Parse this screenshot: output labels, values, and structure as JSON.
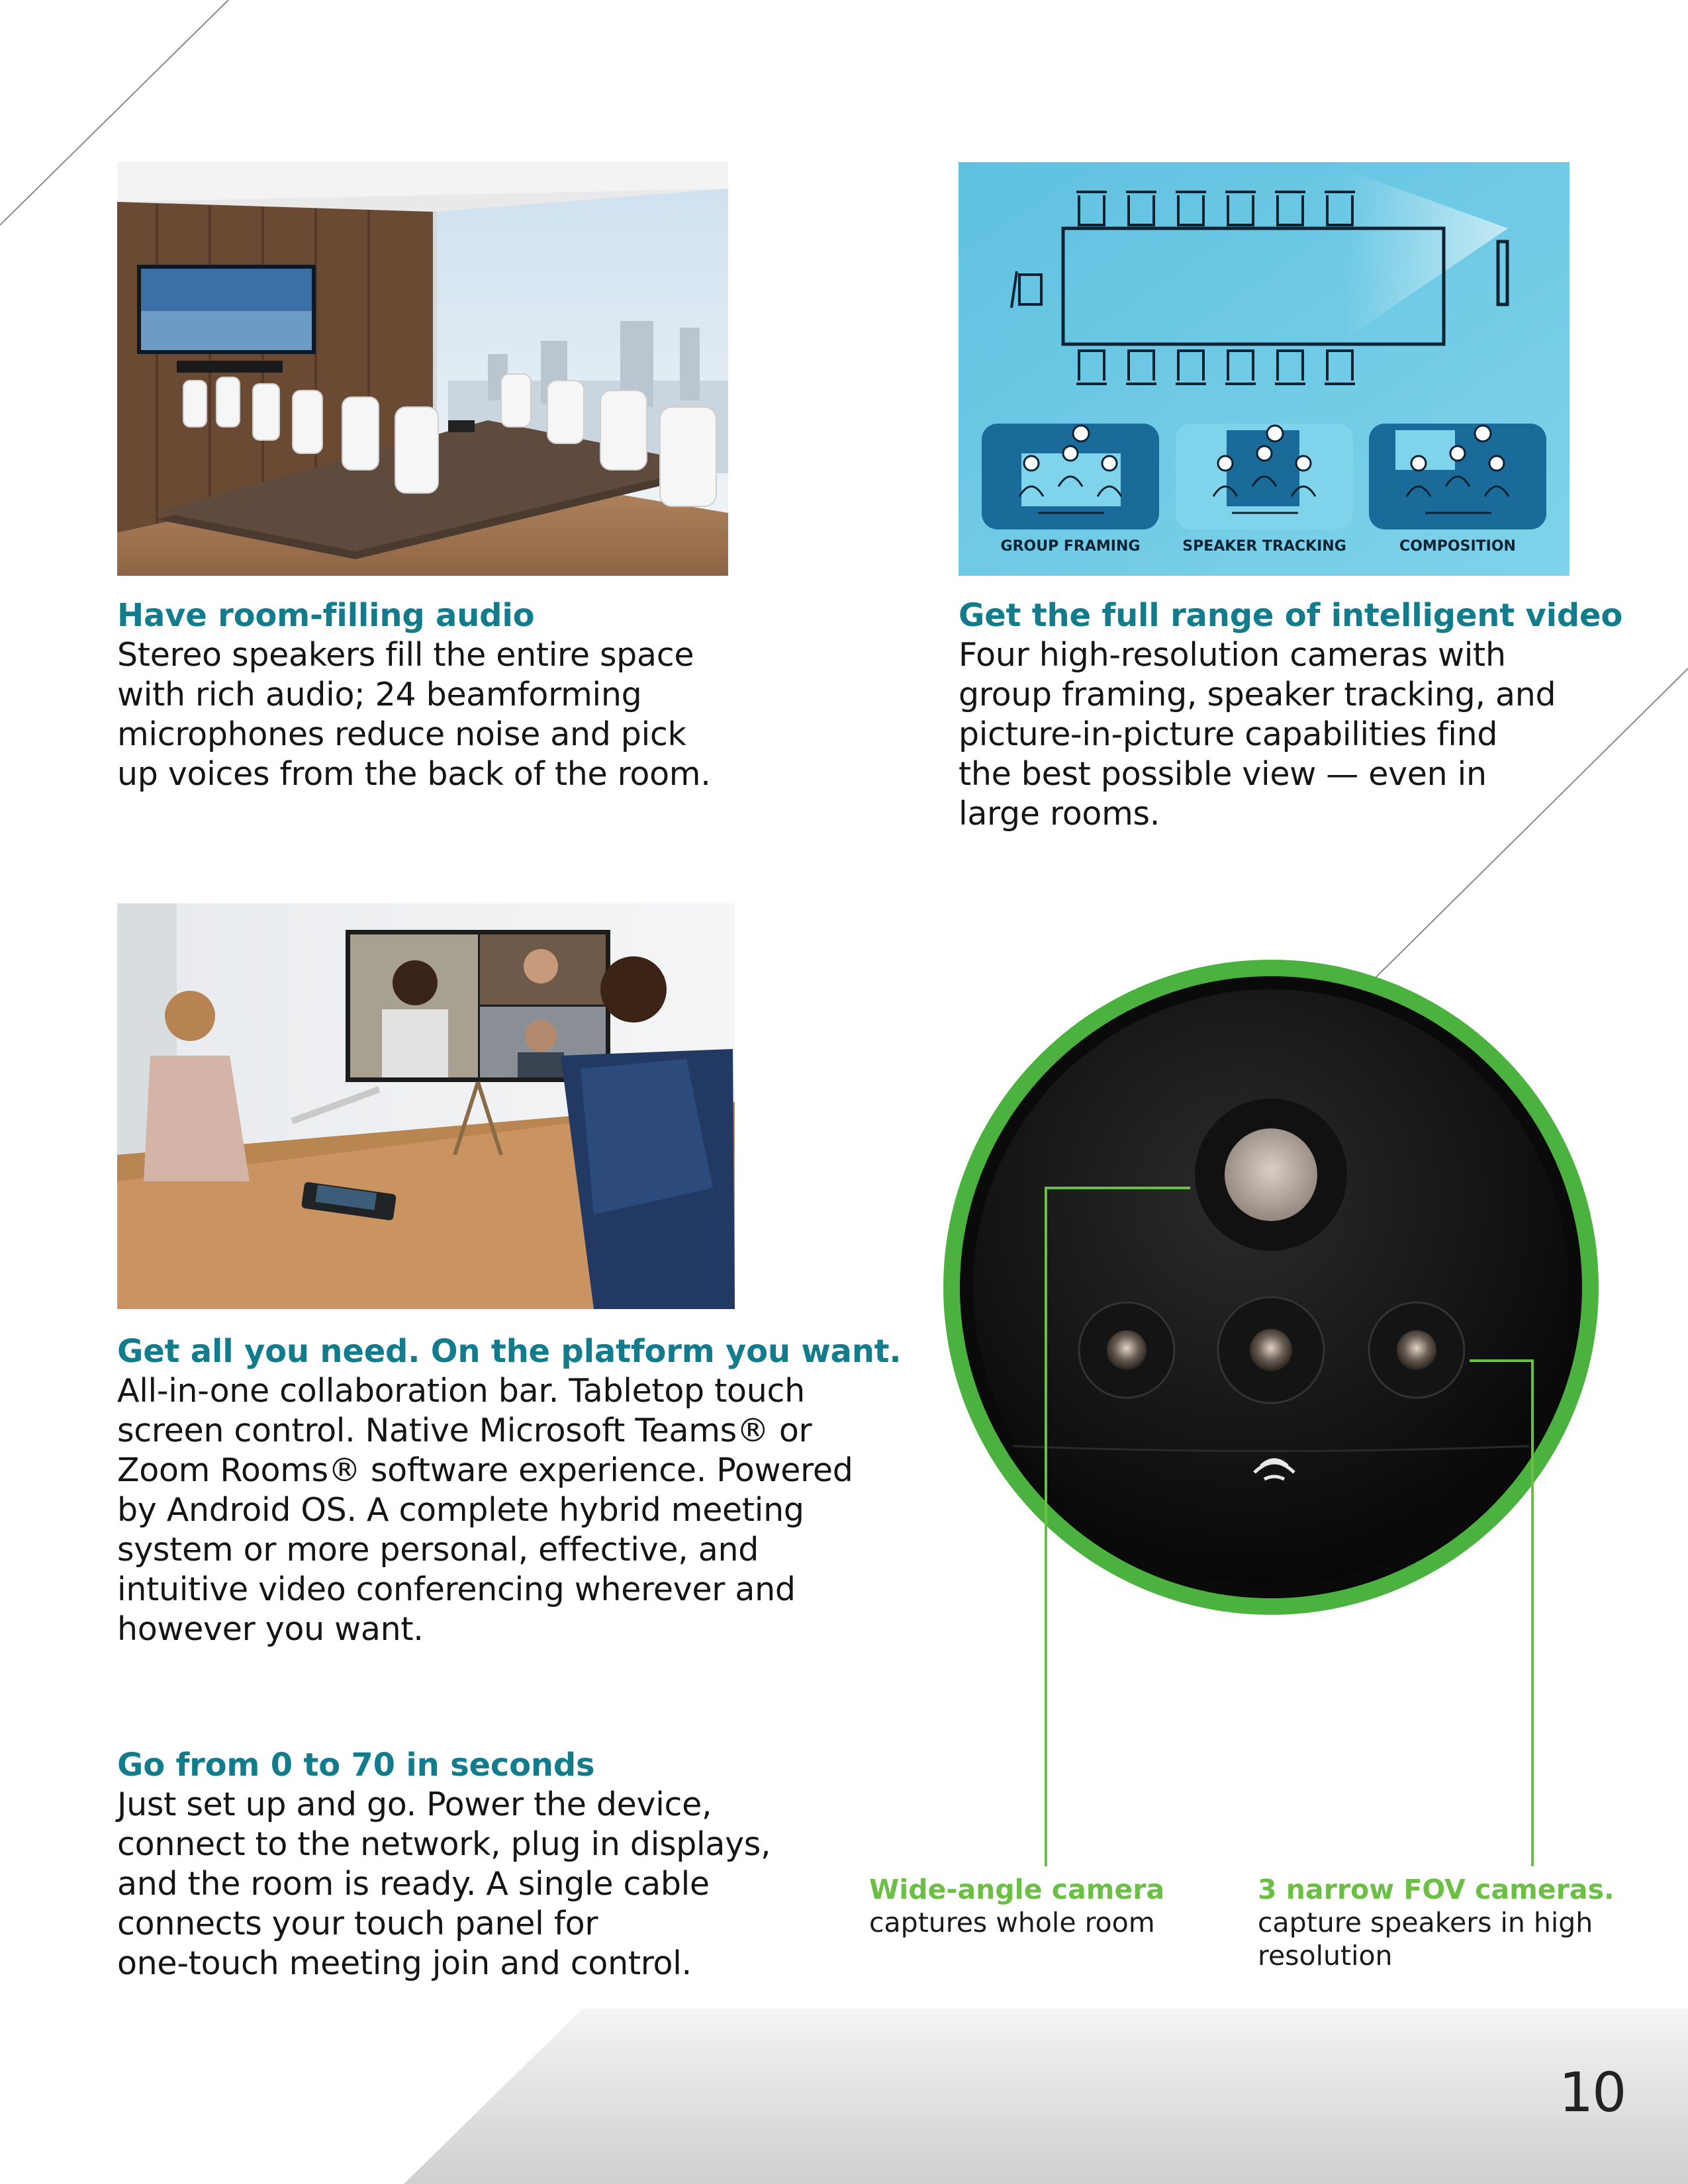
{
  "sections": [
    {
      "heading": "Have room-filling audio",
      "lines": [
        "Stereo speakers fill the entire space",
        "with rich audio; 24 beamforming",
        "microphones reduce noise and pick",
        "up voices from the back of the room."
      ]
    },
    {
      "heading": "Get the full range of intelligent video",
      "lines": [
        "Four high-resolution cameras with",
        "group framing, speaker tracking, and",
        "picture-in-picture capabilities find",
        "the best possible view — even in",
        "large rooms."
      ]
    },
    {
      "heading": "Get all you need. On the platform you want.",
      "lines": [
        "All-in-one collaboration bar. Tabletop touch",
        "screen control. Native Microsoft Teams® or",
        "Zoom Rooms® software experience. Powered",
        "by Android OS. A complete hybrid meeting",
        "system or more personal, effective, and",
        "intuitive video conferencing wherever and",
        "however you want."
      ]
    },
    {
      "heading": "Go from 0 to 70 in seconds",
      "lines": [
        "Just set up and go. Power the device,",
        "connect to the network, plug in displays,",
        "and the room is ready. A single cable",
        "connects your touch panel for",
        "one-touch meeting join and control."
      ]
    }
  ],
  "diagram": {
    "modes": [
      "GROUP FRAMING",
      "SPEAKER TRACKING",
      "COMPOSITION"
    ]
  },
  "callouts": {
    "wide": {
      "title": "Wide-angle camera",
      "lines": [
        "captures whole room"
      ]
    },
    "narrow": {
      "title": "3 narrow FOV cameras.",
      "lines": [
        "capture speakers in high",
        "resolution"
      ]
    }
  },
  "page_number": "10",
  "colors": {
    "heading": "#127c8d",
    "callout_green": "#6bbf44",
    "ring_green": "#4cb23f"
  }
}
